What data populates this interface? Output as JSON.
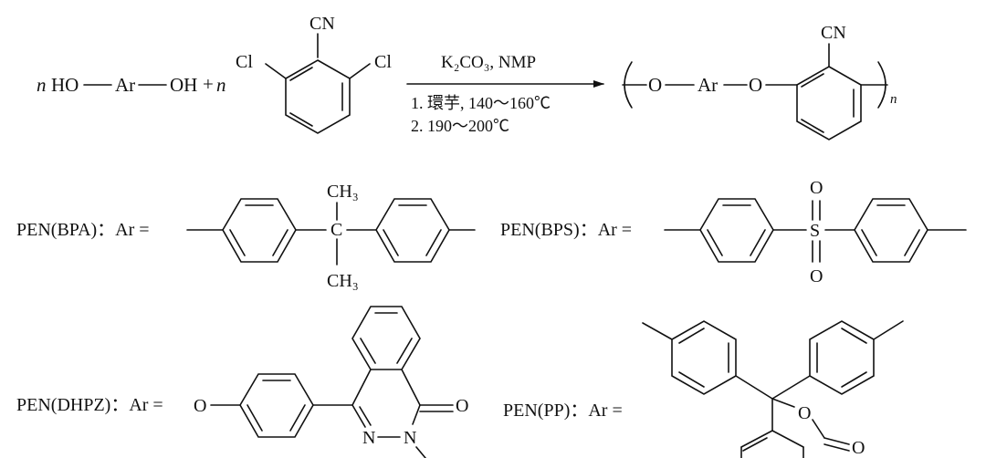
{
  "reaction": {
    "reactant_diol": {
      "coef": "n",
      "left_group": "HO",
      "center_group": "Ar",
      "right_group": "OH"
    },
    "plus": "+",
    "reactant_dichloro": {
      "coef": "n",
      "nitrile": "CN",
      "chloro_left": "Cl",
      "chloro_right": "Cl"
    },
    "conditions": {
      "reagents": "K₂CO₃, NMP",
      "step1": "1. 環芋, 140～160℃",
      "step2": "2. 190～200℃"
    },
    "product": {
      "oxygen_left": "O",
      "center_group": "Ar",
      "oxygen_right": "O",
      "nitrile": "CN",
      "repeat": "n"
    }
  },
  "structures": [
    {
      "label": "PEN(BPA)：Ar =",
      "atoms": {
        "top": "CH₃",
        "center": "C",
        "bottom": "CH₃"
      }
    },
    {
      "label": "PEN(BPS)：Ar =",
      "atoms": {
        "top": "O",
        "center": "S",
        "bottom": "O"
      }
    },
    {
      "label": "PEN(DHPZ)：Ar =",
      "atoms": {
        "link_oxygen": "O",
        "carbonyl_oxygen": "O",
        "n1": "N",
        "n2": "N"
      }
    },
    {
      "label": "PEN(PP)：Ar =",
      "atoms": {
        "ring_oxygen": "O",
        "carbonyl_oxygen": "O"
      }
    }
  ]
}
